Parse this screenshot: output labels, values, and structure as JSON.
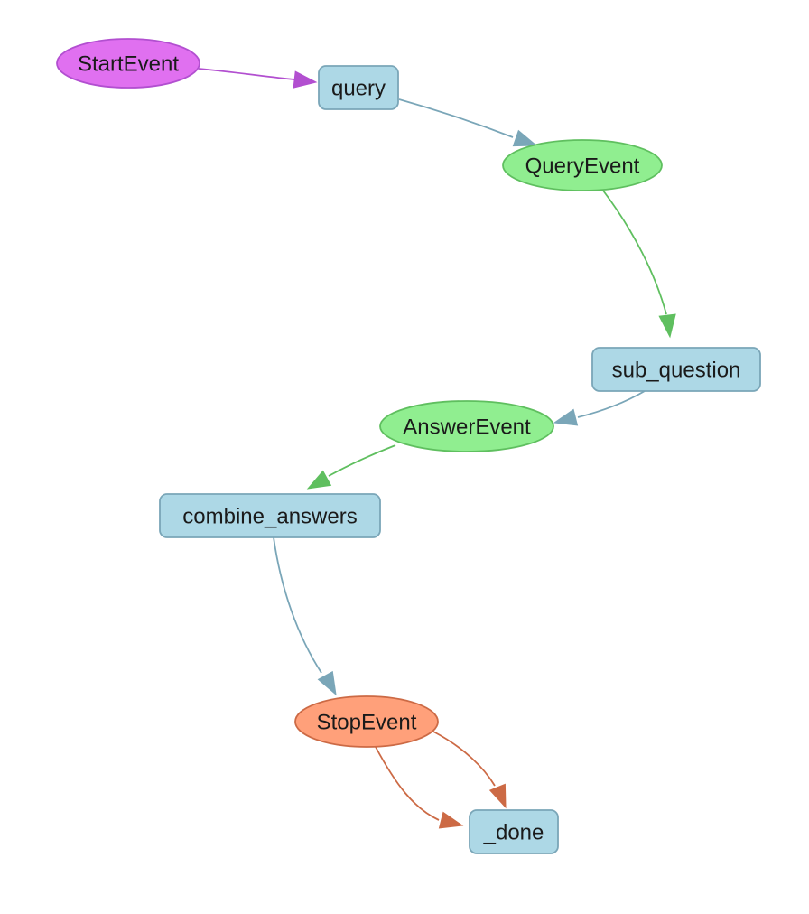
{
  "diagram": {
    "colors": {
      "step_fill": "#add8e6",
      "step_stroke": "#7aa6b8",
      "start_fill": "#e070f0",
      "start_stroke": "#b24fd0",
      "event_fill": "#90ee90",
      "event_stroke": "#5fbf5f",
      "stop_fill": "#ffa07a",
      "stop_stroke": "#cc6a45",
      "edge_purple": "#b24fd0",
      "edge_blue": "#7aa6b8",
      "edge_green": "#5fbf5f",
      "edge_orange": "#cc6a45"
    },
    "nodes": [
      {
        "id": "start_event",
        "label": "StartEvent",
        "shape": "ellipse",
        "kind": "start"
      },
      {
        "id": "query",
        "label": "query",
        "shape": "rounded-box",
        "kind": "step"
      },
      {
        "id": "query_event",
        "label": "QueryEvent",
        "shape": "ellipse",
        "kind": "event"
      },
      {
        "id": "sub_question",
        "label": "sub_question",
        "shape": "rounded-box",
        "kind": "step"
      },
      {
        "id": "answer_event",
        "label": "AnswerEvent",
        "shape": "ellipse",
        "kind": "event"
      },
      {
        "id": "combine_answers",
        "label": "combine_answers",
        "shape": "rounded-box",
        "kind": "step"
      },
      {
        "id": "stop_event",
        "label": "StopEvent",
        "shape": "ellipse",
        "kind": "stop"
      },
      {
        "id": "done",
        "label": "_done",
        "shape": "rounded-box",
        "kind": "step"
      }
    ],
    "edges": [
      {
        "from": "start_event",
        "to": "query",
        "color": "edge_purple"
      },
      {
        "from": "query",
        "to": "query_event",
        "color": "edge_blue"
      },
      {
        "from": "query_event",
        "to": "sub_question",
        "color": "edge_green"
      },
      {
        "from": "sub_question",
        "to": "answer_event",
        "color": "edge_blue"
      },
      {
        "from": "answer_event",
        "to": "combine_answers",
        "color": "edge_green"
      },
      {
        "from": "combine_answers",
        "to": "stop_event",
        "color": "edge_blue"
      },
      {
        "from": "stop_event",
        "to": "done",
        "color": "edge_orange"
      },
      {
        "from": "stop_event",
        "to": "done",
        "color": "edge_orange"
      }
    ]
  }
}
